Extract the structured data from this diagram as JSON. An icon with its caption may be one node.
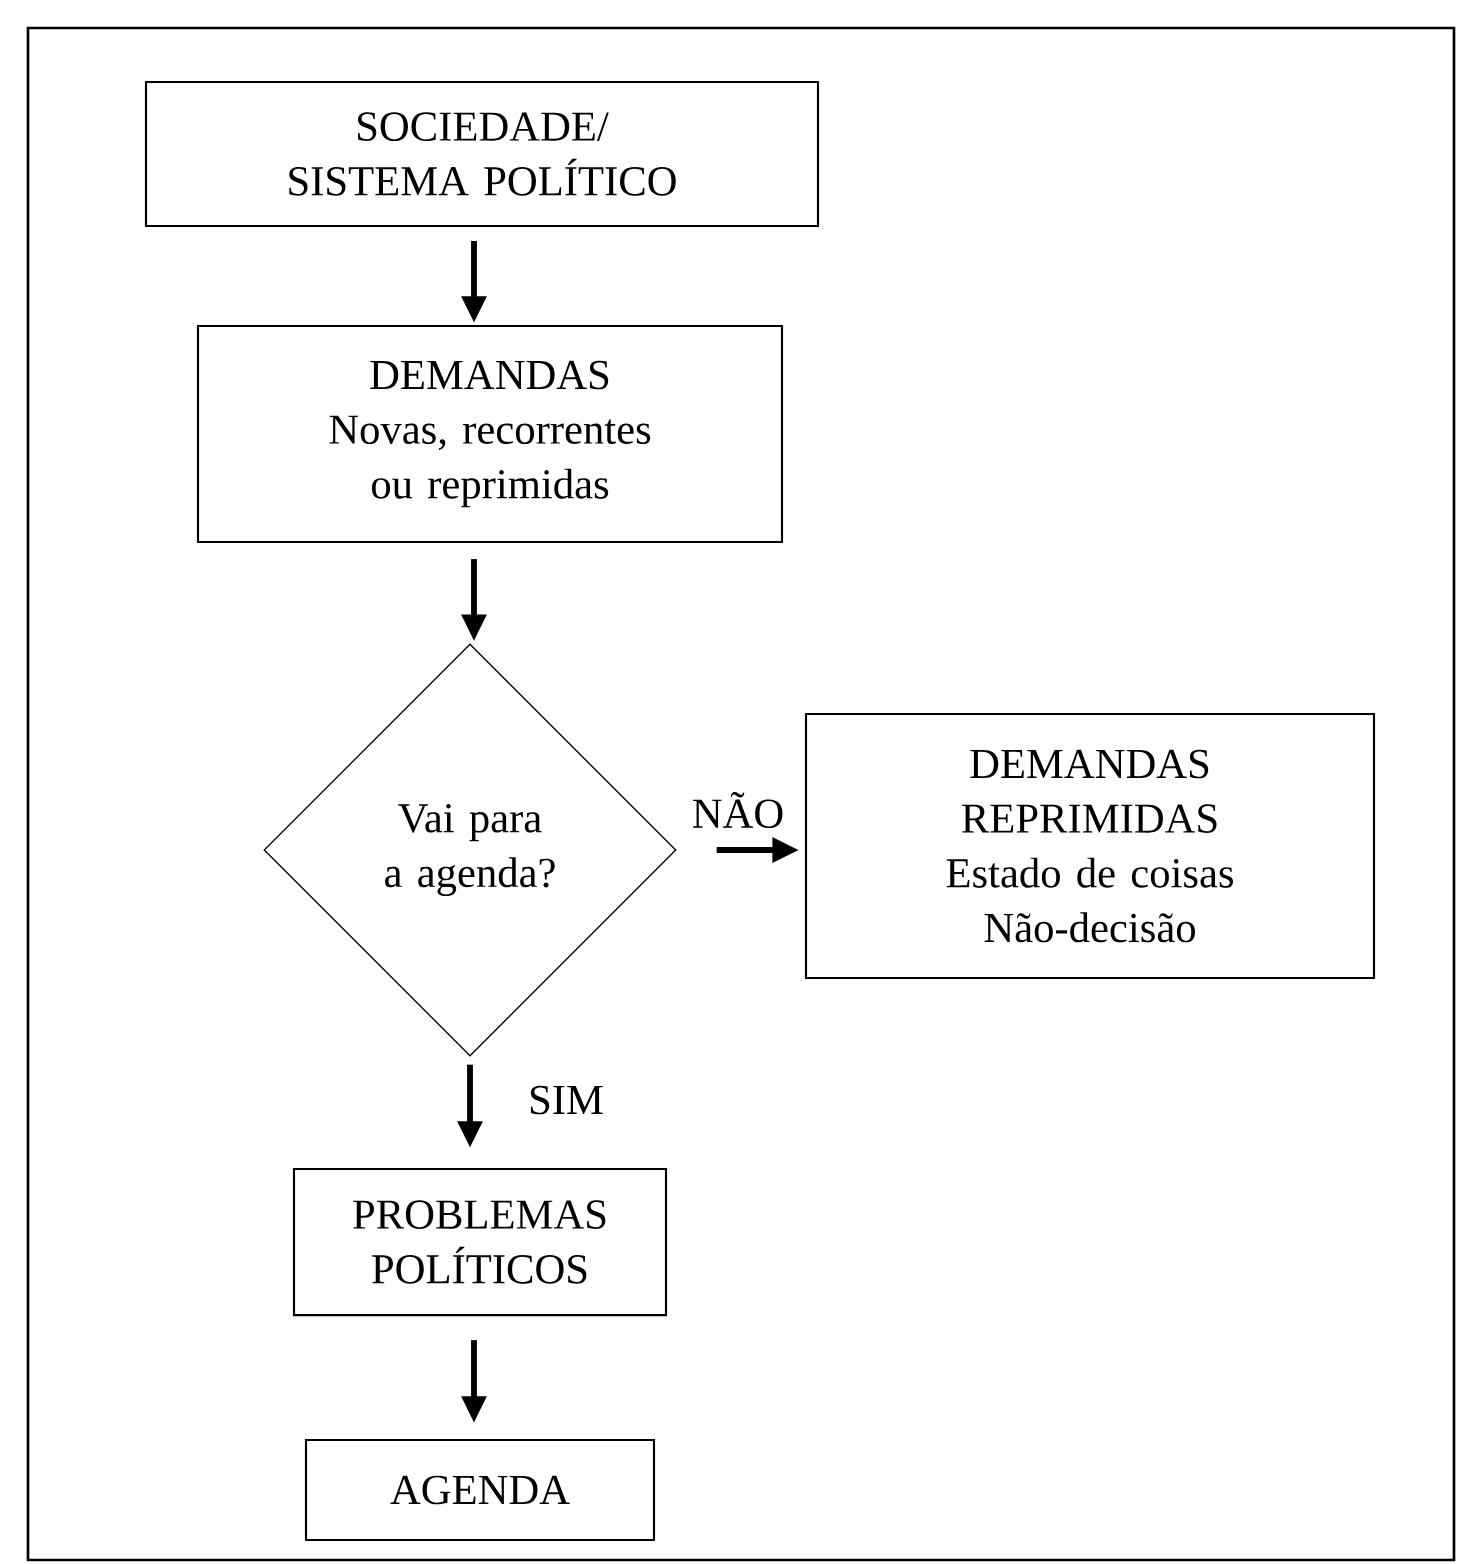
{
  "diagram": {
    "nodes": [
      {
        "text": [
          "SOCIEDADE/ SISTEMA POLÍTICO"
        ]
      },
      {
        "text": [
          "DEMANDAS",
          "Novas, recorrentes ou reprimidas"
        ]
      },
      {
        "text": [
          "Vai para a agenda?"
        ]
      },
      {
        "text": [
          "DEMANDAS REPRIMIDAS",
          "Estado de coisas",
          "Não-decisão"
        ]
      },
      {
        "text": [
          "PROBLEMAS POLÍTICOS"
        ]
      },
      {
        "text": [
          "AGENDA"
        ]
      }
    ],
    "edges": [
      {
        "from": 0,
        "to": 1,
        "arrow": "to"
      },
      {
        "from": 1,
        "to": 2,
        "arrow": "to"
      },
      {
        "from": 2,
        "to": 3,
        "arrow": "to",
        "label": "NÃO"
      },
      {
        "from": 2,
        "to": 4,
        "arrow": "to",
        "label": "SIM"
      },
      {
        "from": 4,
        "to": 5,
        "arrow": "to"
      }
    ]
  }
}
